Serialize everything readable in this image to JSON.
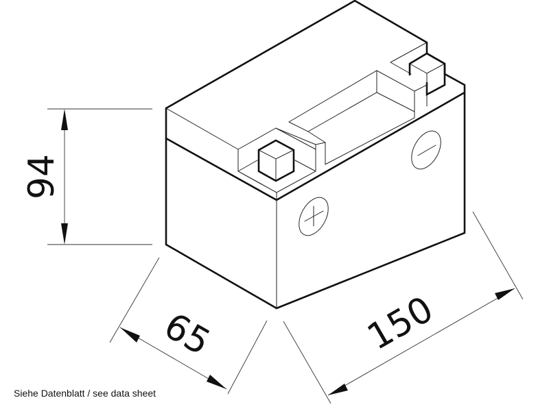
{
  "drawing": {
    "subject": "battery-isometric-dimension-drawing",
    "dimensions": {
      "height": {
        "value": "94",
        "unit": "mm"
      },
      "width": {
        "value": "65",
        "unit": "mm"
      },
      "length": {
        "value": "150",
        "unit": "mm"
      }
    },
    "terminals": {
      "positive": {
        "symbol": "+"
      },
      "negative": {
        "symbol": "−"
      }
    },
    "line_color": "#111111",
    "background": "#ffffff"
  },
  "caption": "Siehe Datenblatt / see data sheet"
}
